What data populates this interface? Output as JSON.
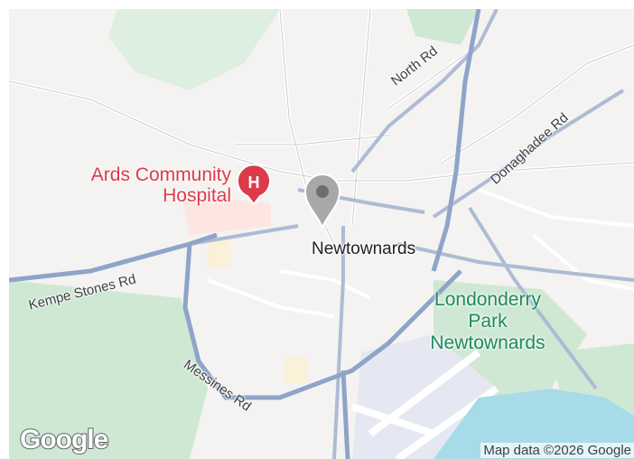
{
  "map": {
    "labels": {
      "hospital_line1": "Ards Community",
      "hospital_line2": "Hospital",
      "town": "Newtownards",
      "park_line1": "Londonderry",
      "park_line2": "Park",
      "park_line3": "Newtownards",
      "road_north": "North Rd",
      "road_donaghadee": "Donaghadee Rd",
      "road_kempe": "Kempe Stones Rd",
      "road_messines": "Messines Rd"
    },
    "hospital_marker_letter": "H",
    "attribution": "Map data ©2026 Google",
    "logo": "Google",
    "colors": {
      "land": "#f4f3f1",
      "green": "#cfe8d4",
      "water": "#a7dbe8",
      "major_road": "#8ea4c9",
      "hospital": "#dc3b4a",
      "pin": "#a8a8a8"
    }
  }
}
